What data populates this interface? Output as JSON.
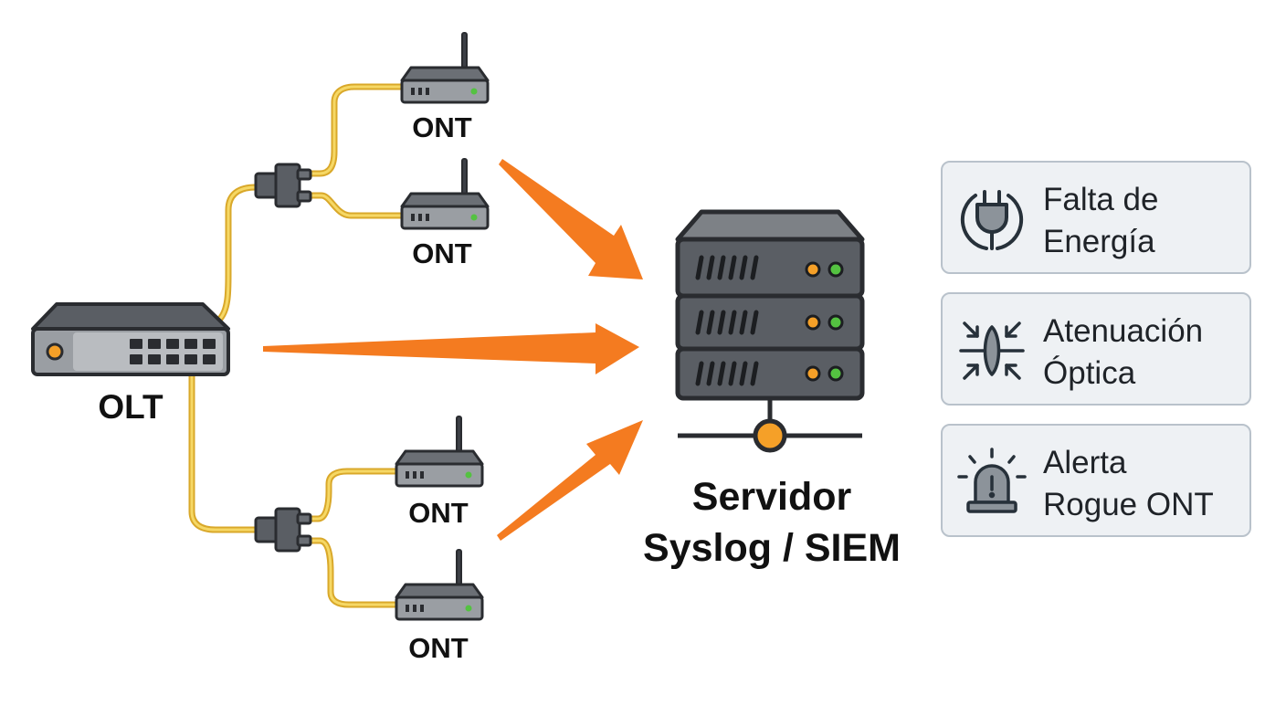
{
  "olt": {
    "label": "OLT"
  },
  "onts": [
    {
      "label": "ONT"
    },
    {
      "label": "ONT"
    },
    {
      "label": "ONT"
    },
    {
      "label": "ONT"
    }
  ],
  "server": {
    "line1": "Servidor",
    "line2": "Syslog / SIEM"
  },
  "alerts": [
    {
      "text": "Falta de\nEnergía",
      "icon": "power-plug-icon"
    },
    {
      "text": "Atenuación\nÓptica",
      "icon": "optical-attenuation-icon"
    },
    {
      "text": "Alerta\nRogue ONT",
      "icon": "siren-alarm-icon"
    }
  ],
  "colors": {
    "fiber": "#f2c230",
    "arrow": "#f47b20",
    "device_dark": "#3d4046",
    "device_body": "#6b6f75",
    "card_bg": "#eef1f4",
    "card_border": "#b9c2cb",
    "led_green": "#54c241",
    "led_orange": "#f5a028",
    "icon_stroke": "#27313a"
  }
}
